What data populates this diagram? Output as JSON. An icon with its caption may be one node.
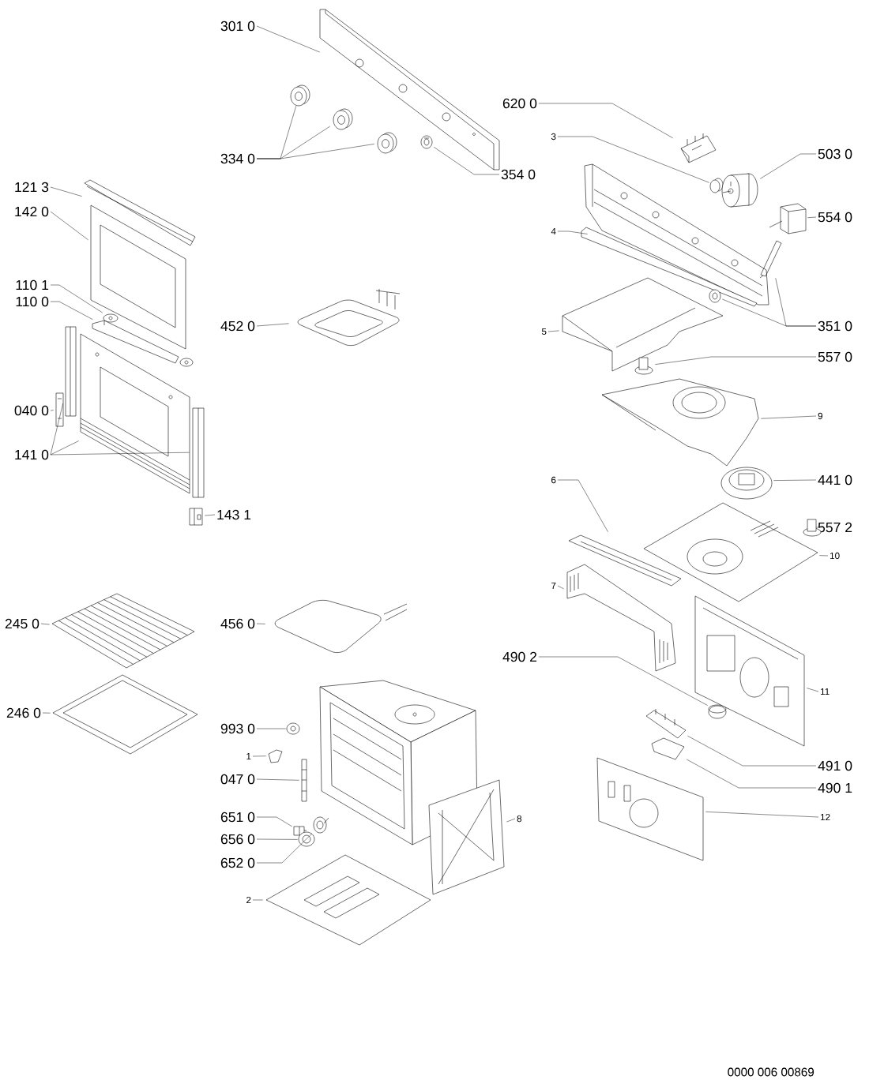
{
  "diagram": {
    "nodes": [
      {
        "text": [
          "301 0"
        ]
      },
      {
        "text": [],
        "shape": "picture"
      },
      {
        "text": [
          "334 0"
        ]
      },
      {
        "text": [],
        "shape": "picture"
      },
      {
        "text": [],
        "shape": "picture"
      },
      {
        "text": [],
        "shape": "picture"
      },
      {
        "text": [
          "354 0"
        ]
      },
      {
        "text": [],
        "shape": "picture"
      },
      {
        "text": [
          "620 0"
        ]
      },
      {
        "text": [],
        "shape": "picture"
      },
      {
        "text": [
          "3"
        ]
      },
      {
        "text": [],
        "shape": "picture"
      },
      {
        "text": [
          "503 0"
        ]
      },
      {
        "text": [],
        "shape": "picture"
      },
      {
        "text": [
          "554 0"
        ]
      },
      {
        "text": [],
        "shape": "picture"
      },
      {
        "text": [
          "4"
        ]
      },
      {
        "text": [],
        "shape": "picture"
      },
      {
        "text": [
          "351 0"
        ]
      },
      {
        "text": [],
        "shape": "picture"
      },
      {
        "text": [],
        "shape": "picture"
      },
      {
        "text": [
          "121 3"
        ]
      },
      {
        "text": [],
        "shape": "picture"
      },
      {
        "text": [
          "142 0"
        ]
      },
      {
        "text": [],
        "shape": "picture"
      },
      {
        "text": [
          "110 1"
        ]
      },
      {
        "text": [],
        "shape": "picture"
      },
      {
        "text": [
          "110 0"
        ]
      },
      {
        "text": [],
        "shape": "picture"
      },
      {
        "text": [
          "452 0"
        ]
      },
      {
        "text": [],
        "shape": "picture"
      },
      {
        "text": [
          "5"
        ]
      },
      {
        "text": [],
        "shape": "picture"
      },
      {
        "text": [
          "557 0"
        ]
      },
      {
        "text": [],
        "shape": "picture"
      },
      {
        "text": [
          "040 0"
        ]
      },
      {
        "text": [],
        "shape": "picture"
      },
      {
        "text": [
          "141 0"
        ]
      },
      {
        "text": [],
        "shape": "picture"
      },
      {
        "text": [],
        "shape": "picture"
      },
      {
        "text": [],
        "shape": "picture"
      },
      {
        "text": [
          "143 1"
        ]
      },
      {
        "text": [],
        "shape": "picture"
      },
      {
        "text": [
          "9"
        ]
      },
      {
        "text": [],
        "shape": "picture"
      },
      {
        "text": [
          "441 0"
        ]
      },
      {
        "text": [],
        "shape": "picture"
      },
      {
        "text": [
          "6"
        ]
      },
      {
        "text": [],
        "shape": "picture"
      },
      {
        "text": [
          "557 2"
        ]
      },
      {
        "text": [],
        "shape": "picture"
      },
      {
        "text": [
          "10"
        ]
      },
      {
        "text": [],
        "shape": "picture"
      },
      {
        "text": [
          "7"
        ]
      },
      {
        "text": [],
        "shape": "picture"
      },
      {
        "text": [
          "245 0"
        ]
      },
      {
        "text": [],
        "shape": "picture"
      },
      {
        "text": [
          "456 0"
        ]
      },
      {
        "text": [],
        "shape": "picture"
      },
      {
        "text": [
          "490 2"
        ]
      },
      {
        "text": [],
        "shape": "picture"
      },
      {
        "text": [
          "11"
        ]
      },
      {
        "text": [],
        "shape": "picture"
      },
      {
        "text": [
          "246 0"
        ]
      },
      {
        "text": [],
        "shape": "picture"
      },
      {
        "text": [
          "993 0"
        ]
      },
      {
        "text": [],
        "shape": "picture"
      },
      {
        "text": [
          "1"
        ]
      },
      {
        "text": [],
        "shape": "picture"
      },
      {
        "text": [
          "047 0"
        ]
      },
      {
        "text": [],
        "shape": "picture"
      },
      {
        "text": [
          "491 0"
        ]
      },
      {
        "text": [],
        "shape": "picture"
      },
      {
        "text": [
          "490 1"
        ]
      },
      {
        "text": [],
        "shape": "picture"
      },
      {
        "text": [
          "651 0"
        ]
      },
      {
        "text": [],
        "shape": "picture"
      },
      {
        "text": [
          "8"
        ]
      },
      {
        "text": [],
        "shape": "picture"
      },
      {
        "text": [
          "12"
        ]
      },
      {
        "text": [],
        "shape": "picture"
      },
      {
        "text": [
          "656 0"
        ]
      },
      {
        "text": [],
        "shape": "picture"
      },
      {
        "text": [
          "652 0"
        ]
      },
      {
        "text": [],
        "shape": "picture"
      },
      {
        "text": [
          "2"
        ]
      },
      {
        "text": [],
        "shape": "picture"
      }
    ],
    "edges": [
      {
        "from": 0,
        "to": 1,
        "arrow": "none"
      },
      {
        "from": 2,
        "to": 3,
        "arrow": "none"
      },
      {
        "from": 2,
        "to": 4,
        "arrow": "none"
      },
      {
        "from": 2,
        "to": 5,
        "arrow": "none"
      },
      {
        "from": 6,
        "to": 7,
        "arrow": "none"
      },
      {
        "from": 8,
        "to": 9,
        "arrow": "none"
      },
      {
        "from": 10,
        "to": 11,
        "arrow": "none"
      },
      {
        "from": 12,
        "to": 13,
        "arrow": "none"
      },
      {
        "from": 14,
        "to": 15,
        "arrow": "none"
      },
      {
        "from": 16,
        "to": 17,
        "arrow": "none"
      },
      {
        "from": 18,
        "to": 19,
        "arrow": "none"
      },
      {
        "from": 18,
        "to": 20,
        "arrow": "none"
      },
      {
        "from": 21,
        "to": 22,
        "arrow": "none"
      },
      {
        "from": 23,
        "to": 24,
        "arrow": "none"
      },
      {
        "from": 25,
        "to": 26,
        "arrow": "none"
      },
      {
        "from": 27,
        "to": 28,
        "arrow": "none"
      },
      {
        "from": 29,
        "to": 30,
        "arrow": "none"
      },
      {
        "from": 31,
        "to": 32,
        "arrow": "none"
      },
      {
        "from": 33,
        "to": 34,
        "arrow": "none"
      },
      {
        "from": 35,
        "to": 36,
        "arrow": "none"
      },
      {
        "from": 37,
        "to": 38,
        "arrow": "none"
      },
      {
        "from": 37,
        "to": 39,
        "arrow": "none"
      },
      {
        "from": 37,
        "to": 40,
        "arrow": "none"
      },
      {
        "from": 41,
        "to": 42,
        "arrow": "none"
      },
      {
        "from": 43,
        "to": 44,
        "arrow": "none"
      },
      {
        "from": 45,
        "to": 46,
        "arrow": "none"
      },
      {
        "from": 47,
        "to": 48,
        "arrow": "none"
      },
      {
        "from": 49,
        "to": 50,
        "arrow": "none"
      },
      {
        "from": 51,
        "to": 52,
        "arrow": "none"
      },
      {
        "from": 53,
        "to": 54,
        "arrow": "none"
      },
      {
        "from": 55,
        "to": 56,
        "arrow": "none"
      },
      {
        "from": 57,
        "to": 58,
        "arrow": "none"
      },
      {
        "from": 59,
        "to": 60,
        "arrow": "none"
      },
      {
        "from": 61,
        "to": 62,
        "arrow": "none"
      },
      {
        "from": 63,
        "to": 64,
        "arrow": "none"
      },
      {
        "from": 65,
        "to": 66,
        "arrow": "none"
      },
      {
        "from": 67,
        "to": 68,
        "arrow": "none"
      },
      {
        "from": 69,
        "to": 70,
        "arrow": "none"
      },
      {
        "from": 71,
        "to": 72,
        "arrow": "none"
      },
      {
        "from": 73,
        "to": 74,
        "arrow": "none"
      },
      {
        "from": 75,
        "to": 76,
        "arrow": "none"
      },
      {
        "from": 77,
        "to": 78,
        "arrow": "none"
      },
      {
        "from": 79,
        "to": 80,
        "arrow": "none"
      },
      {
        "from": 81,
        "to": 82,
        "arrow": "none"
      },
      {
        "from": 83,
        "to": 84,
        "arrow": "none"
      },
      {
        "from": 85,
        "to": 86,
        "arrow": "none"
      }
    ],
    "labels": [
      "0000 006 00869"
    ]
  }
}
